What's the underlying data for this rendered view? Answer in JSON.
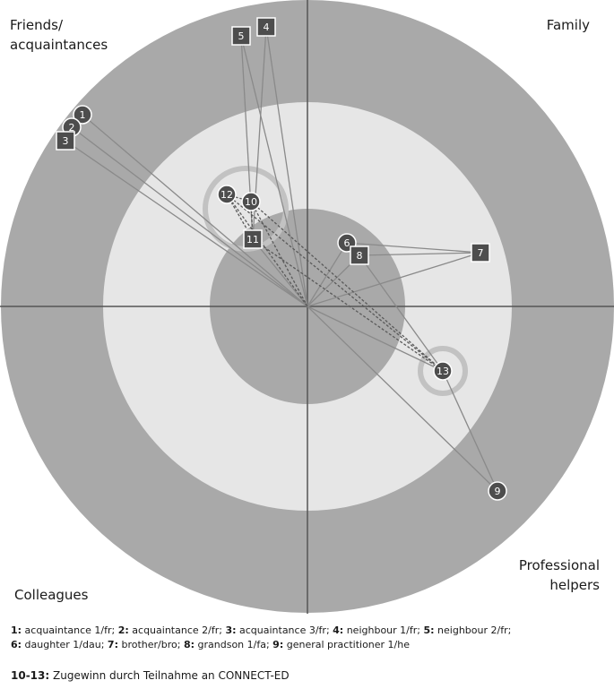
{
  "quadrants": {
    "top_left": [
      "Friends/",
      "acquaintances"
    ],
    "top_right": [
      "Family"
    ],
    "bottom_left": [
      "Colleagues"
    ],
    "bottom_right": [
      "Professional",
      "helpers"
    ]
  },
  "nodes": [
    {
      "id": "1",
      "shape": "circle",
      "group": "original"
    },
    {
      "id": "2",
      "shape": "circle",
      "group": "original"
    },
    {
      "id": "3",
      "shape": "square",
      "group": "original"
    },
    {
      "id": "4",
      "shape": "square",
      "group": "original"
    },
    {
      "id": "5",
      "shape": "square",
      "group": "original"
    },
    {
      "id": "6",
      "shape": "circle",
      "group": "original"
    },
    {
      "id": "7",
      "shape": "square",
      "group": "original"
    },
    {
      "id": "8",
      "shape": "square",
      "group": "original"
    },
    {
      "id": "9",
      "shape": "circle",
      "group": "original"
    },
    {
      "id": "10",
      "shape": "circle",
      "group": "new"
    },
    {
      "id": "11",
      "shape": "square",
      "group": "new"
    },
    {
      "id": "12",
      "shape": "circle",
      "group": "new"
    },
    {
      "id": "13",
      "shape": "circle",
      "group": "new"
    }
  ],
  "edges": {
    "solid": [
      [
        "1",
        "ego"
      ],
      [
        "2",
        "ego"
      ],
      [
        "3",
        "ego"
      ],
      [
        "4",
        "ego"
      ],
      [
        "5",
        "ego"
      ],
      [
        "6",
        "ego"
      ],
      [
        "7",
        "ego"
      ],
      [
        "8",
        "ego"
      ],
      [
        "9",
        "ego"
      ],
      [
        "11",
        "ego"
      ],
      [
        "13",
        "ego"
      ],
      [
        "4",
        "11"
      ],
      [
        "5",
        "11"
      ],
      [
        "6",
        "7"
      ],
      [
        "8",
        "7"
      ],
      [
        "8",
        "13"
      ],
      [
        "9",
        "13"
      ]
    ],
    "dashed": [
      [
        "12",
        "ego"
      ],
      [
        "10",
        "ego"
      ],
      [
        "12",
        "13"
      ],
      [
        "10",
        "13"
      ],
      [
        "11",
        "13"
      ],
      [
        "12",
        "11"
      ],
      [
        "10",
        "11"
      ],
      [
        "12",
        "10"
      ]
    ]
  },
  "legend": {
    "line1": [
      {
        "num": "1:",
        "text": " acquaintance 1/fr; "
      },
      {
        "num": "2:",
        "text": " acquaintance 2/fr; "
      },
      {
        "num": "3:",
        "text": " acquaintance 3/fr; "
      },
      {
        "num": "4:",
        "text": " neighbour 1/fr; "
      },
      {
        "num": "5:",
        "text": " neighbour 2/fr;"
      }
    ],
    "line2": [
      {
        "num": "6:",
        "text": " daughter 1/dau; "
      },
      {
        "num": "7:",
        "text": " brother/bro; "
      },
      {
        "num": "8:",
        "text": " grandson 1/fa; "
      },
      {
        "num": "9:",
        "text": " general practitioner 1/he"
      }
    ],
    "footnote": {
      "num": "10-13:",
      "text": " Zugewinn durch Teilnahme an CONNECT-ED"
    }
  },
  "colors": {
    "outer_ring": "#a9a9a9",
    "middle_ring": "#e6e6e6",
    "inner_circle": "#a9a9a9",
    "node_fill": "#4d4d4d",
    "node_stroke": "#ffffff",
    "edge": "#8a8a8a",
    "dashed_edge": "#5a5a5a",
    "highlight_ring": "#c2c2c2",
    "axis": "#555555"
  }
}
